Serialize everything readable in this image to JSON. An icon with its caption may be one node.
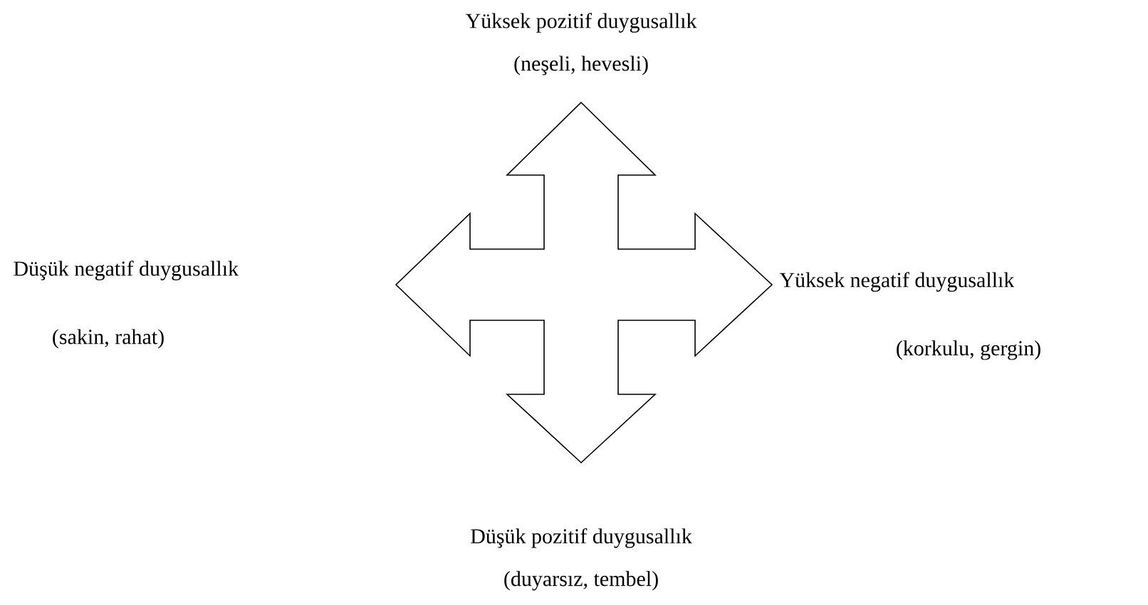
{
  "diagram": {
    "labels": [
      "Yüksek pozitif duygusallık",
      "(neşeli, hevesli)",
      "Düşük negatif duygusallık",
      "(sakin, rahat)",
      "Yüksek negatif duygusallık",
      "(korkulu, gergin)",
      "Düşük pozitif duygusallık",
      "(duyarsız, tembel)"
    ]
  }
}
